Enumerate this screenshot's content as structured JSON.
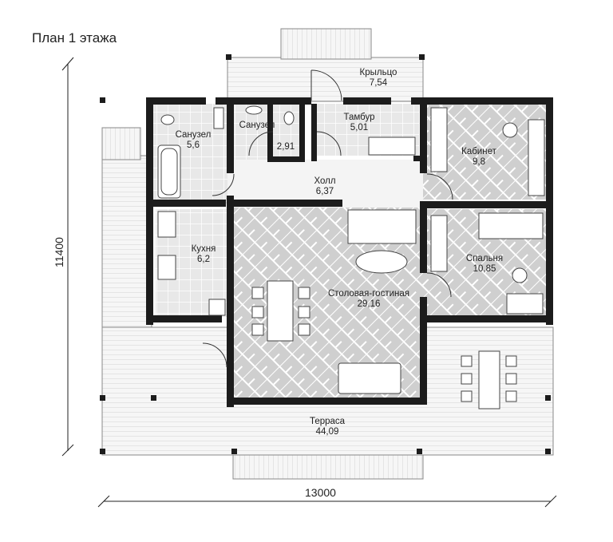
{
  "title": "План 1 этажа",
  "rooms": [
    {
      "name": "Крыльцо",
      "area": "7,54"
    },
    {
      "name": "Санузел",
      "area": "5,6"
    },
    {
      "name": "Санузел",
      "area": ""
    },
    {
      "name": "",
      "area": "2,91"
    },
    {
      "name": "Тамбур",
      "area": "5,01"
    },
    {
      "name": "Кабинет",
      "area": "9,8"
    },
    {
      "name": "Холл",
      "area": "6,37"
    },
    {
      "name": "Кухня",
      "area": "6,2"
    },
    {
      "name": "Спальня",
      "area": "10,85"
    },
    {
      "name": "Столовая-гостиная",
      "area": "29,16"
    },
    {
      "name": "Терраса",
      "area": "44,09"
    }
  ],
  "dimensions": {
    "width": "13000",
    "height": "11400"
  },
  "colors": {
    "wall": "#1c1c1c",
    "floor_tile": "#d4d4d4",
    "floor_light": "#e6e6e6",
    "deck_line": "#c9c9c9"
  }
}
